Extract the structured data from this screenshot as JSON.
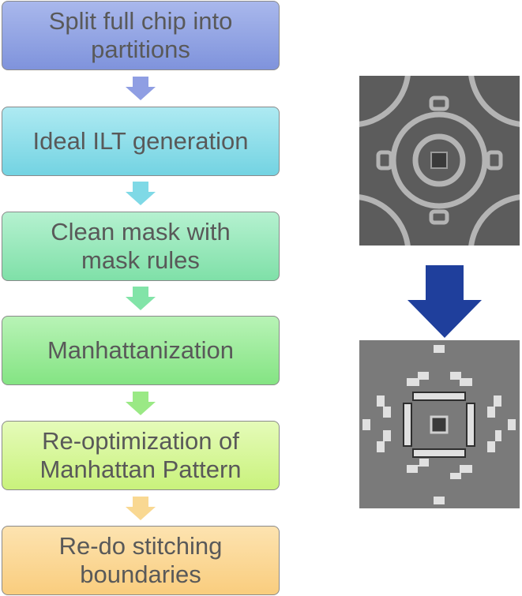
{
  "steps": [
    {
      "label": "Split full chip into\npartitions",
      "color": "#8b9de0"
    },
    {
      "label": "Ideal ILT generation",
      "color": "#86dbe8"
    },
    {
      "label": "Clean mask with\nmask rules",
      "color": "#92e6b5"
    },
    {
      "label": "Manhattanization",
      "color": "#97e894"
    },
    {
      "label": "Re-optimization of\nManhattan Pattern",
      "color": "#d3f591"
    },
    {
      "label": "Re-do stitching\nboundaries",
      "color": "#fbd58f"
    }
  ],
  "arrow_colors": [
    "#8f9ee3",
    "#7fd9e6",
    "#82e4a8",
    "#9ae985",
    "#f9d892"
  ],
  "big_arrow_color": "#1f3f9c"
}
